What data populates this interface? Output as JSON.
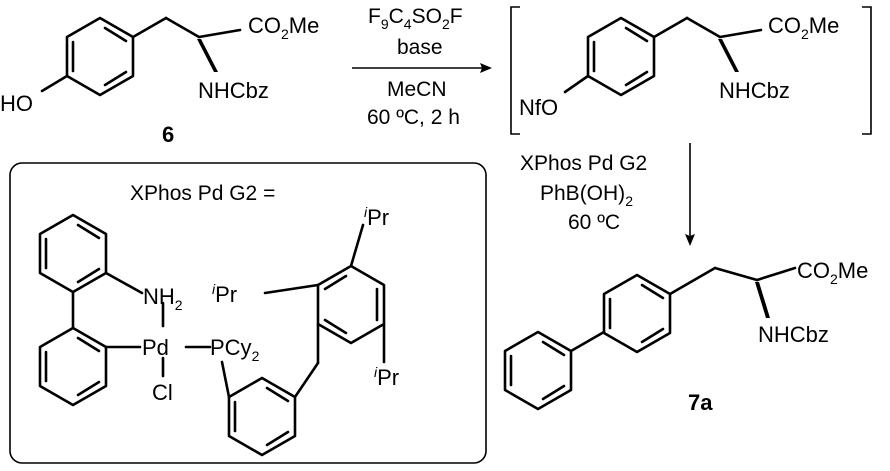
{
  "compound_6": {
    "substituent_top": "CO",
    "sub2": "2",
    "me": "Me",
    "amine": "NHCbz",
    "hydroxy": "HO",
    "number": "6"
  },
  "step1": {
    "reagent_a": "F",
    "reagent_a_sub1": "9",
    "reagent_a_mid": "C",
    "reagent_a_sub2": "4",
    "reagent_a_mid2": "SO",
    "reagent_a_sub3": "2",
    "reagent_a_end": "F",
    "reagent_b": "base",
    "solvent": "MeCN",
    "conditions": "60 ºC, 2 h"
  },
  "intermediate": {
    "substituent_top": "CO",
    "sub2": "2",
    "me": "Me",
    "amine": "NHCbz",
    "nonaflate": "NfO"
  },
  "step2": {
    "catalyst": "XPhos Pd G2",
    "reagent": "PhB(OH)",
    "reagent_sub": "2",
    "temperature": "60 ºC"
  },
  "compound_7a": {
    "substituent_top": "CO",
    "sub2": "2",
    "me": "Me",
    "amine": "NHCbz",
    "number": "7a"
  },
  "xphos_box": {
    "title": "XPhos Pd G2 =",
    "nh2": "NH",
    "nh2_sub": "2",
    "pd": "Pd",
    "pcy2": "PCy",
    "pcy2_sub": "2",
    "cl": "Cl",
    "ipr_i": "i",
    "ipr": "Pr"
  }
}
